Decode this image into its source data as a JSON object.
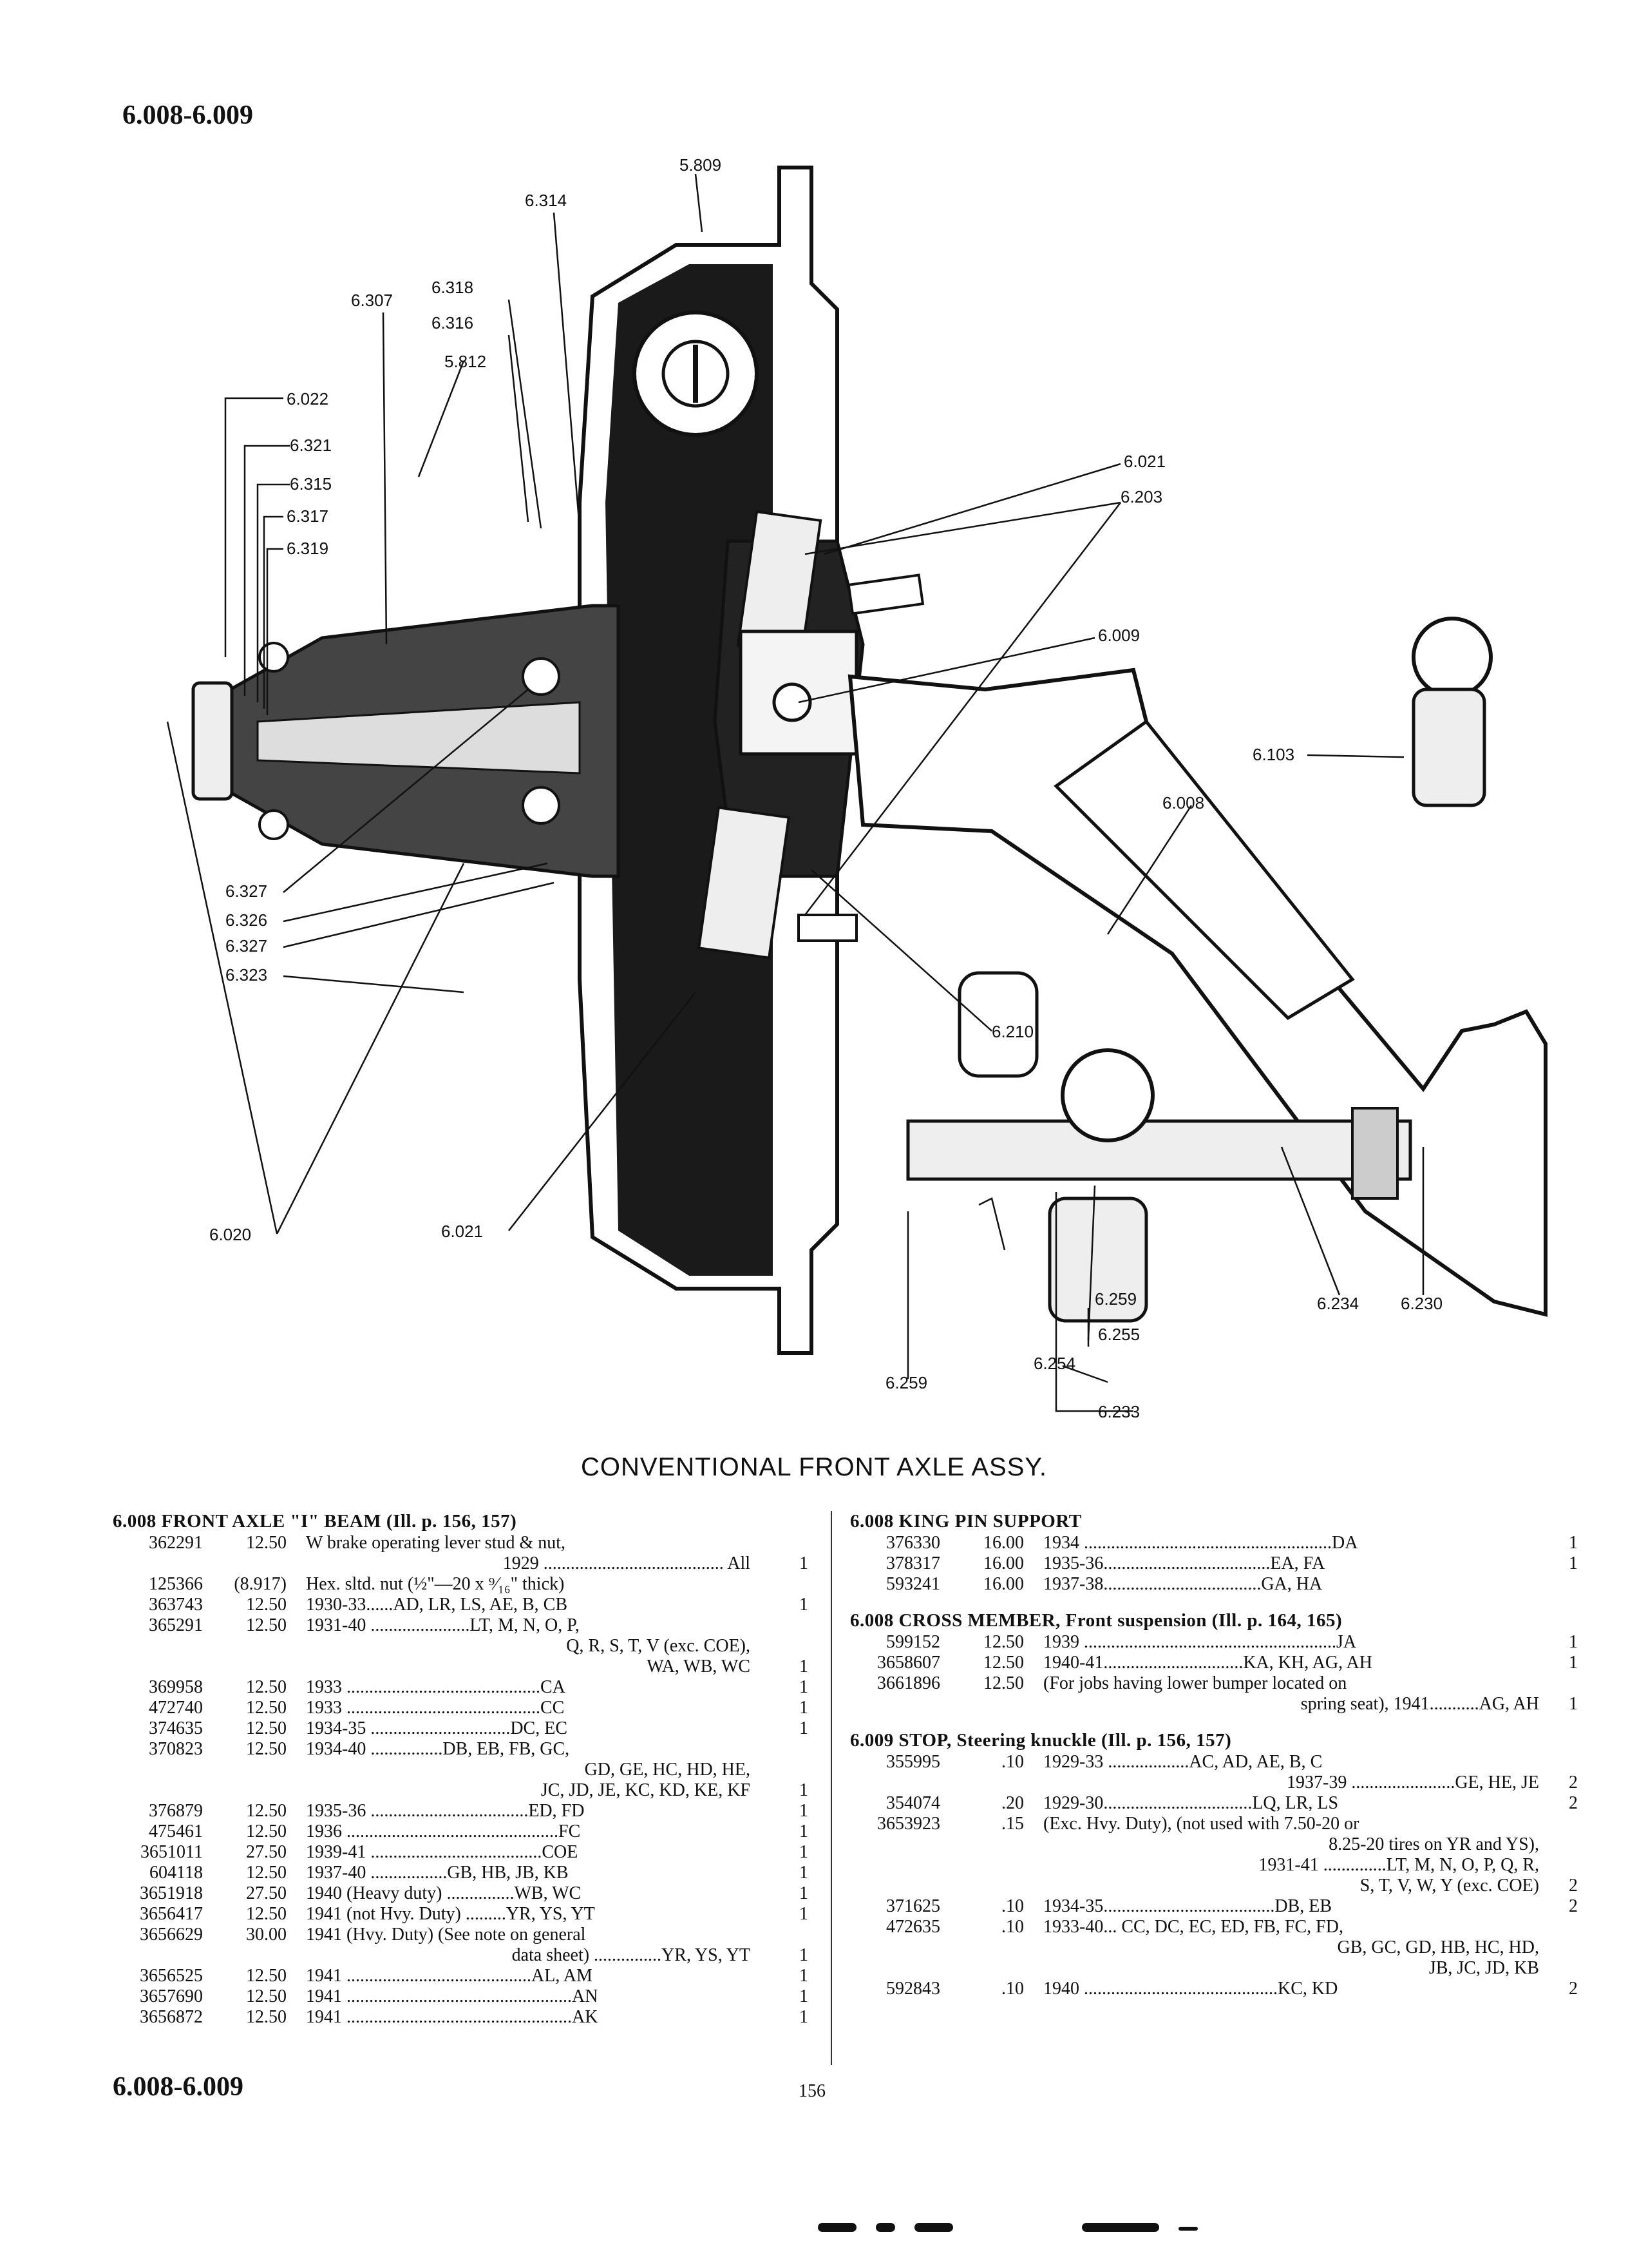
{
  "header_top": "6.008-6.009",
  "header_bottom": "6.008-6.009",
  "page_number": "156",
  "caption": "CONVENTIONAL FRONT AXLE ASSY.",
  "callouts": [
    "5.809",
    "6.314",
    "6.318",
    "6.307",
    "6.316",
    "5.812",
    "6.022",
    "6.321",
    "6.315",
    "6.317",
    "6.319",
    "6.021",
    "6.203",
    "6.009",
    "6.103",
    "6.008",
    "6.327",
    "6.326",
    "6.327",
    "6.323",
    "6.210",
    "6.020",
    "6.021",
    "6.259",
    "6.255",
    "6.254",
    "6.259",
    "6.233",
    "6.234",
    "6.230"
  ],
  "left_sections": [
    {
      "title": "6.008  FRONT AXLE \"I\" BEAM (Ill. p. 156, 157)",
      "rows": [
        {
          "part": "362291",
          "price": "12.50",
          "desc": "W brake operating lever stud & nut,",
          "code": "",
          "qty": ""
        },
        {
          "part": "",
          "price": "",
          "desc": "",
          "code": "1929 ........................................ All",
          "qty": "1"
        },
        {
          "part": "125366",
          "price": "(8.917)",
          "desc": "Hex. sltd. nut (½\"—20 x ⁹⁄₁₆\" thick)",
          "code": "",
          "qty": ""
        },
        {
          "part": "363743",
          "price": "12.50",
          "desc": "1930-33......AD, LR, LS, AE, B, CB",
          "code": "",
          "qty": "1"
        },
        {
          "part": "365291",
          "price": "12.50",
          "desc": "1931-40 ......................LT, M, N, O, P,",
          "code": "",
          "qty": ""
        },
        {
          "part": "",
          "price": "",
          "desc": "",
          "code": "Q, R, S, T, V (exc. COE),",
          "qty": ""
        },
        {
          "part": "",
          "price": "",
          "desc": "",
          "code": "WA, WB, WC",
          "qty": "1"
        },
        {
          "part": "369958",
          "price": "12.50",
          "desc": "1933 ...........................................CA",
          "code": "",
          "qty": "1"
        },
        {
          "part": "472740",
          "price": "12.50",
          "desc": "1933 ...........................................CC",
          "code": "",
          "qty": "1"
        },
        {
          "part": "374635",
          "price": "12.50",
          "desc": "1934-35 ...............................DC, EC",
          "code": "",
          "qty": "1"
        },
        {
          "part": "370823",
          "price": "12.50",
          "desc": "1934-40 ................DB, EB, FB, GC,",
          "code": "",
          "qty": ""
        },
        {
          "part": "",
          "price": "",
          "desc": "",
          "code": "GD, GE, HC, HD, HE,",
          "qty": ""
        },
        {
          "part": "",
          "price": "",
          "desc": "",
          "code": "JC, JD, JE, KC, KD, KE, KF",
          "qty": "1"
        },
        {
          "part": "376879",
          "price": "12.50",
          "desc": "1935-36 ...................................ED, FD",
          "code": "",
          "qty": "1"
        },
        {
          "part": "475461",
          "price": "12.50",
          "desc": "1936 ...............................................FC",
          "code": "",
          "qty": "1"
        },
        {
          "part": "3651011",
          "price": "27.50",
          "desc": "1939-41 ......................................COE",
          "code": "",
          "qty": "1"
        },
        {
          "part": "604118",
          "price": "12.50",
          "desc": "1937-40 .................GB, HB, JB, KB",
          "code": "",
          "qty": "1"
        },
        {
          "part": "3651918",
          "price": "27.50",
          "desc": "1940 (Heavy duty) ...............WB, WC",
          "code": "",
          "qty": "1"
        },
        {
          "part": "3656417",
          "price": "12.50",
          "desc": "1941 (not Hvy. Duty) .........YR, YS, YT",
          "code": "",
          "qty": "1"
        },
        {
          "part": "3656629",
          "price": "30.00",
          "desc": "1941 (Hvy. Duty) (See note on general",
          "code": "",
          "qty": ""
        },
        {
          "part": "",
          "price": "",
          "desc": "",
          "code": "data sheet) ...............YR, YS, YT",
          "qty": "1"
        },
        {
          "part": "3656525",
          "price": "12.50",
          "desc": "1941 .........................................AL, AM",
          "code": "",
          "qty": "1"
        },
        {
          "part": "3657690",
          "price": "12.50",
          "desc": "1941 ..................................................AN",
          "code": "",
          "qty": "1"
        },
        {
          "part": "3656872",
          "price": "12.50",
          "desc": "1941 ..................................................AK",
          "code": "",
          "qty": "1"
        }
      ]
    }
  ],
  "right_sections": [
    {
      "title": "6.008  KING PIN SUPPORT",
      "rows": [
        {
          "part": "376330",
          "price": "16.00",
          "desc": "1934 .......................................................DA",
          "code": "",
          "qty": "1"
        },
        {
          "part": "378317",
          "price": "16.00",
          "desc": "1935-36.....................................EA, FA",
          "code": "",
          "qty": "1"
        },
        {
          "part": "593241",
          "price": "16.00",
          "desc": "1937-38...................................GA, HA",
          "code": "",
          "qty": ""
        }
      ]
    },
    {
      "title": "6.008  CROSS MEMBER, Front suspension (Ill. p. 164, 165)",
      "rows": [
        {
          "part": "599152",
          "price": "12.50",
          "desc": "1939 ........................................................JA",
          "code": "",
          "qty": "1"
        },
        {
          "part": "3658607",
          "price": "12.50",
          "desc": "1940-41...............................KA, KH, AG, AH",
          "code": "",
          "qty": "1"
        },
        {
          "part": "3661896",
          "price": "12.50",
          "desc": "(For jobs having lower bumper located on",
          "code": "",
          "qty": ""
        },
        {
          "part": "",
          "price": "",
          "desc": "",
          "code": "spring seat), 1941...........AG, AH",
          "qty": "1"
        }
      ]
    },
    {
      "title": "6.009  STOP, Steering knuckle (Ill. p. 156, 157)",
      "rows": [
        {
          "part": "355995",
          "price": ".10",
          "desc": "1929-33 ..................AC, AD, AE, B, C",
          "code": "",
          "qty": ""
        },
        {
          "part": "",
          "price": "",
          "desc": "",
          "code": "1937-39 .......................GE, HE, JE",
          "qty": "2"
        },
        {
          "part": "354074",
          "price": ".20",
          "desc": "1929-30.................................LQ, LR, LS",
          "code": "",
          "qty": "2"
        },
        {
          "part": "3653923",
          "price": ".15",
          "desc": "(Exc. Hvy. Duty), (not used with 7.50-20 or",
          "code": "",
          "qty": ""
        },
        {
          "part": "",
          "price": "",
          "desc": "",
          "code": "8.25-20 tires on YR and YS),",
          "qty": ""
        },
        {
          "part": "",
          "price": "",
          "desc": "",
          "code": "1931-41 ..............LT, M, N, O, P, Q, R,",
          "qty": ""
        },
        {
          "part": "",
          "price": "",
          "desc": "",
          "code": "S, T, V, W, Y (exc. COE)",
          "qty": "2"
        },
        {
          "part": "371625",
          "price": ".10",
          "desc": "1934-35......................................DB, EB",
          "code": "",
          "qty": "2"
        },
        {
          "part": "472635",
          "price": ".10",
          "desc": "1933-40... CC, DC, EC, ED, FB, FC, FD,",
          "code": "",
          "qty": ""
        },
        {
          "part": "",
          "price": "",
          "desc": "",
          "code": "GB, GC, GD, HB, HC, HD,",
          "qty": ""
        },
        {
          "part": "",
          "price": "",
          "desc": "",
          "code": "JB, JC, JD, KB",
          "qty": ""
        },
        {
          "part": "592843",
          "price": ".10",
          "desc": "1940 ...........................................KC, KD",
          "code": "",
          "qty": "2"
        }
      ]
    }
  ]
}
